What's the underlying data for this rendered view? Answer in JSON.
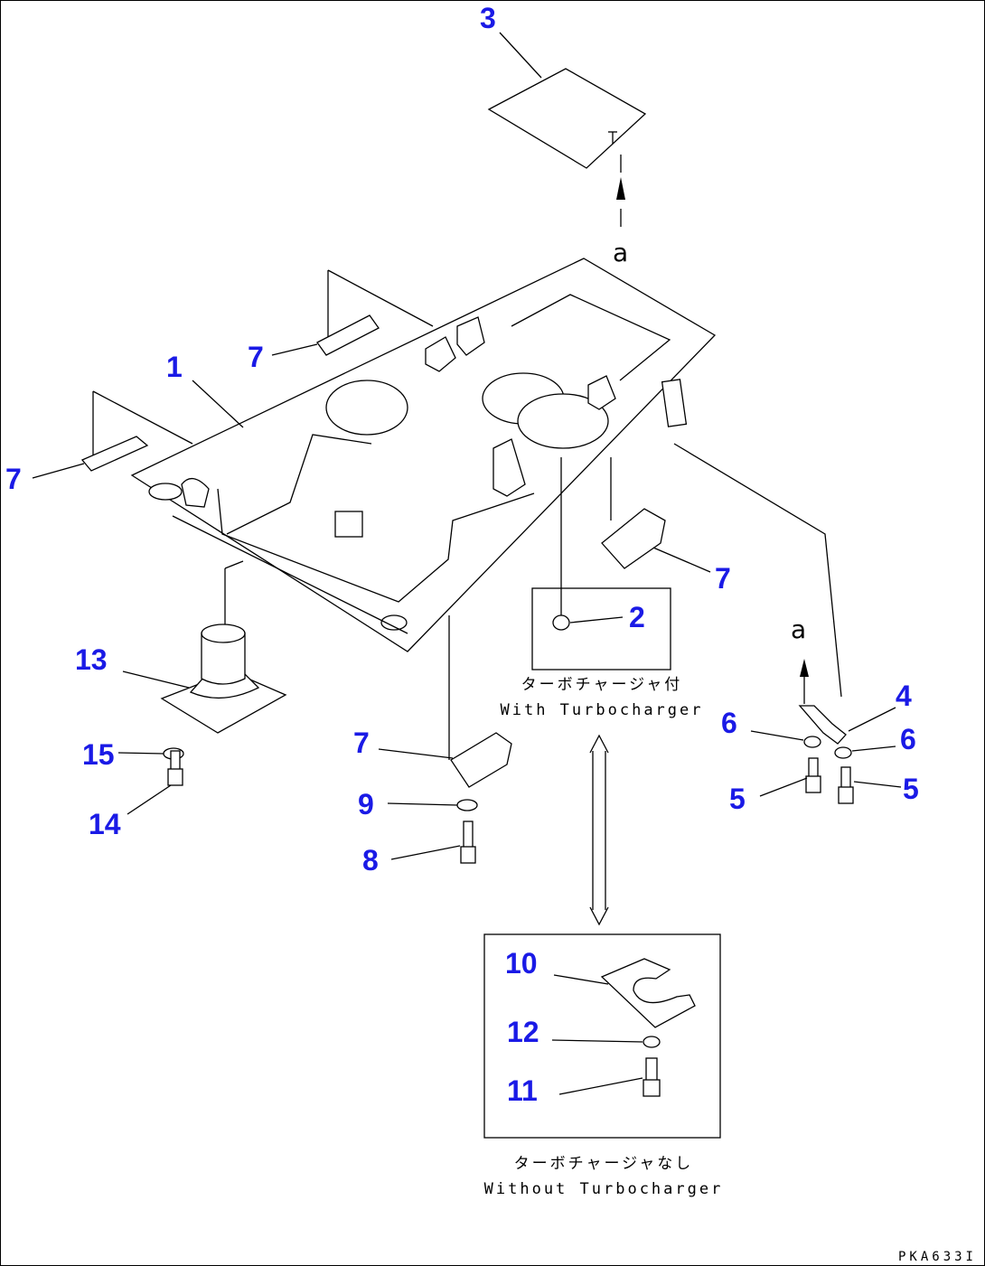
{
  "callouts": {
    "c1": "1",
    "c2": "2",
    "c3": "3",
    "c4": "4",
    "c5a": "5",
    "c5b": "5",
    "c6a": "6",
    "c6b": "6",
    "c7a": "7",
    "c7b": "7",
    "c7c": "7",
    "c7d": "7",
    "c8": "8",
    "c9": "9",
    "c10": "10",
    "c11": "11",
    "c12": "12",
    "c13": "13",
    "c14": "14",
    "c15": "15"
  },
  "view_markers": {
    "top": "a",
    "right": "a"
  },
  "captions": {
    "with_jp": "ターボチャージャ付",
    "with_en": "With Turbocharger",
    "without_jp": "ターボチャージャなし",
    "without_en": "Without Turbocharger"
  },
  "drawing_code": "PKA633I",
  "colors": {
    "callout": "#1a1ae6",
    "line": "#000000"
  }
}
